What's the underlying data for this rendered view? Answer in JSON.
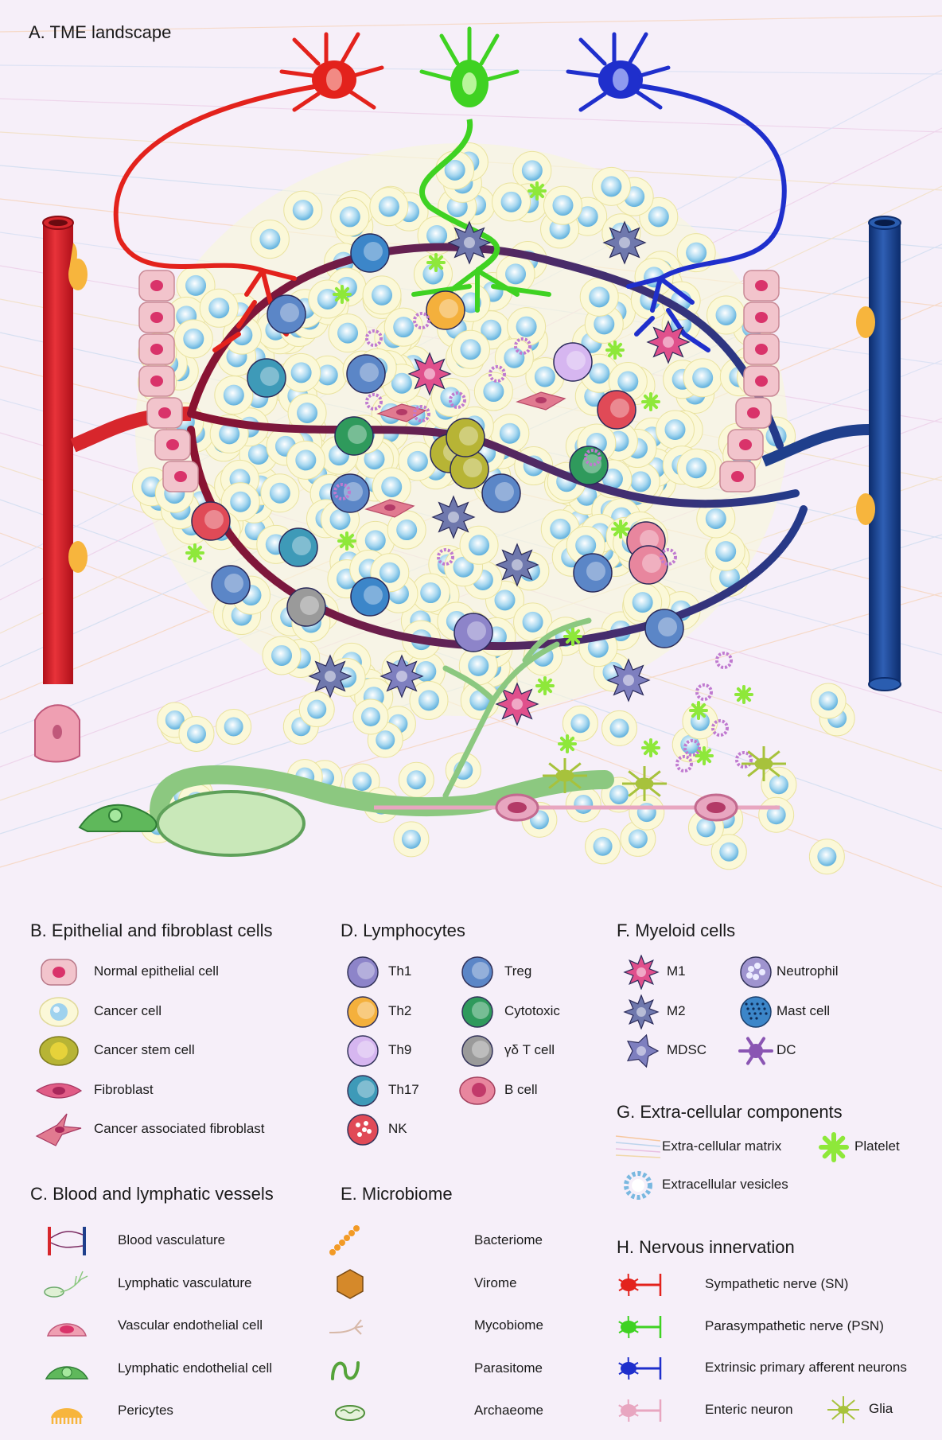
{
  "panel_a": {
    "title": "A. TME landscape"
  },
  "panel_b": {
    "title": "B. Epithelial and fibroblast cells",
    "items": [
      {
        "label": "Normal epithelial cell",
        "icon": "normal-epithelial-cell-icon",
        "color": "#f2c4cc"
      },
      {
        "label": "Cancer cell",
        "icon": "cancer-cell-icon",
        "color": "#fbf8d8"
      },
      {
        "label": "Cancer stem cell",
        "icon": "cancer-stem-cell-icon",
        "color": "#b7b435"
      },
      {
        "label": "Fibroblast",
        "icon": "fibroblast-icon",
        "color": "#e05c86"
      },
      {
        "label": "Cancer associated fibroblast",
        "icon": "cancer-associated-fibroblast-icon",
        "color": "#e17a90"
      }
    ]
  },
  "panel_c": {
    "title": "C. Blood and lymphatic vessels",
    "items": [
      {
        "label": "Blood vasculature",
        "icon": "blood-vasculature-icon"
      },
      {
        "label": "Lymphatic vasculature",
        "icon": "lymphatic-vasculature-icon"
      },
      {
        "label": "Vascular endothelial cell",
        "icon": "vascular-endothelial-cell-icon",
        "color": "#ef9fb2"
      },
      {
        "label": "Lymphatic endothelial cell",
        "icon": "lymphatic-endothelial-cell-icon",
        "color": "#5fb85b"
      },
      {
        "label": "Pericytes",
        "icon": "pericyte-icon",
        "color": "#f7b53d"
      }
    ]
  },
  "panel_d": {
    "title": "D. Lymphocytes",
    "left": [
      {
        "label": "Th1",
        "icon": "th1-cell-icon",
        "color": "#8d84c9"
      },
      {
        "label": "Th2",
        "icon": "th2-cell-icon",
        "color": "#f4b03c"
      },
      {
        "label": "Th9",
        "icon": "th9-cell-icon",
        "color": "#d6b6f0"
      },
      {
        "label": "Th17",
        "icon": "th17-cell-icon",
        "color": "#3e9ab8"
      },
      {
        "label": "NK",
        "icon": "nk-cell-icon",
        "color": "#e04a57"
      }
    ],
    "right": [
      {
        "label": "Treg",
        "icon": "treg-cell-icon",
        "color": "#5b86c7"
      },
      {
        "label": "Cytotoxic",
        "icon": "cytotoxic-cell-icon",
        "color": "#2f9a5c"
      },
      {
        "label": "γδ T cell",
        "icon": "gamma-delta-t-cell-icon",
        "color": "#9a9a9a"
      },
      {
        "label": "B cell",
        "icon": "b-cell-icon",
        "color": "#e8869e"
      }
    ]
  },
  "panel_e": {
    "title": "E. Microbiome",
    "items": [
      {
        "label": "Bacteriome",
        "icon": "bacteriome-icon"
      },
      {
        "label": "Virome",
        "icon": "virome-icon"
      },
      {
        "label": "Mycobiome",
        "icon": "mycobiome-icon"
      },
      {
        "label": "Parasitome",
        "icon": "parasitome-icon"
      },
      {
        "label": "Archaeome",
        "icon": "archaeome-icon"
      }
    ]
  },
  "panel_f": {
    "title": "F. Myeloid cells",
    "left": [
      {
        "label": "M1",
        "icon": "m1-macrophage-icon",
        "color": "#e0508c"
      },
      {
        "label": "M2",
        "icon": "m2-macrophage-icon",
        "color": "#6f78ad"
      },
      {
        "label": "MDSC",
        "icon": "mdsc-icon",
        "color": "#7e7fbf"
      }
    ],
    "right": [
      {
        "label": "Neutrophil",
        "icon": "neutrophil-icon",
        "color": "#9f94cf"
      },
      {
        "label": "Mast cell",
        "icon": "mast-cell-icon",
        "color": "#3c86c9"
      },
      {
        "label": "DC",
        "icon": "dendritic-cell-icon",
        "color": "#8a55b3"
      }
    ]
  },
  "panel_g": {
    "title": "G. Extra-cellular components",
    "items": [
      {
        "label": "Extra-cellular matrix",
        "icon": "extracellular-matrix-icon"
      },
      {
        "label": "Platelet",
        "icon": "platelet-icon",
        "color": "#8ee83a"
      },
      {
        "label": "Extracellular vesicles",
        "icon": "extracellular-vesicle-icon"
      }
    ]
  },
  "panel_h": {
    "title": "H. Nervous innervation",
    "items": [
      {
        "label": "Sympathetic nerve (SN)",
        "icon": "sympathetic-nerve-icon",
        "color": "#e3221c"
      },
      {
        "label": "Parasympathetic nerve (PSN)",
        "icon": "parasympathetic-nerve-icon",
        "color": "#3fd222"
      },
      {
        "label": "Extrinsic primary afferent neurons",
        "icon": "afferent-neuron-icon",
        "color": "#1f2fcc"
      },
      {
        "label": "Enteric neuron",
        "icon": "enteric-neuron-icon",
        "color": "#e8a6c0"
      },
      {
        "label": "Glia",
        "icon": "glia-icon",
        "color": "#a7c23c"
      }
    ]
  }
}
